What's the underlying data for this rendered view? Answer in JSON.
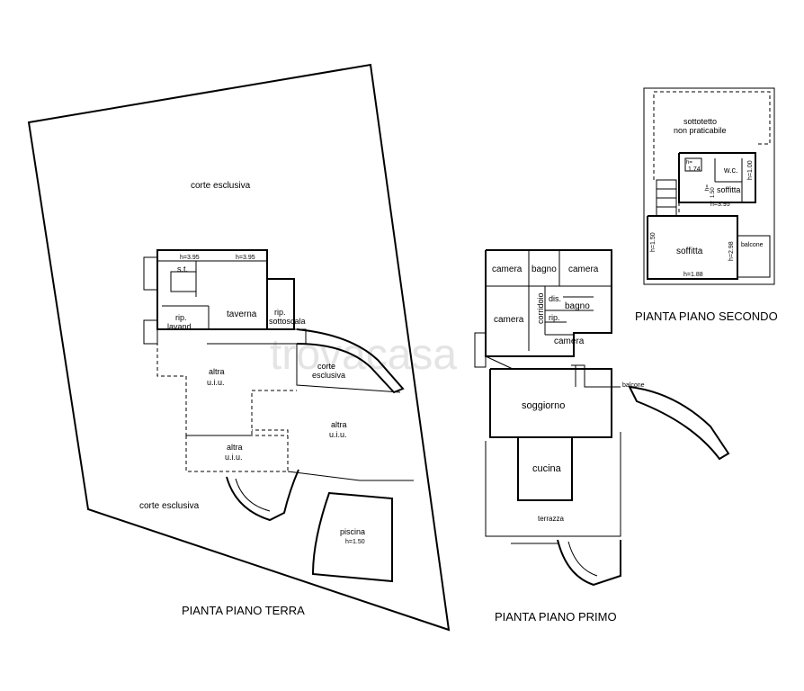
{
  "watermark": "trovacasa",
  "ground": {
    "title": "PIANTA PIANO TERRA",
    "labels": {
      "corte_top": "corte esclusiva",
      "corte_bottom": "corte esclusiva",
      "st": "s.t.",
      "taverna": "taverna",
      "h1": "h=3.95",
      "h2": "h=3.95",
      "rip": "rip.",
      "lavand": "lavand.",
      "rip2": "rip.",
      "sottoscala": "sottoscala",
      "corte_side1": "corte",
      "corte_side2": "esclusiva",
      "altra1a": "altra",
      "altra1b": "u.i.u.",
      "altra2a": "altra",
      "altra2b": "u.i.u.",
      "altra3a": "altra",
      "altra3b": "u.i.u.",
      "piscina": "piscina",
      "piscina_h": "h=1.50"
    }
  },
  "first": {
    "title": "PIANTA PIANO PRIMO",
    "labels": {
      "camera1": "camera",
      "bagno1": "bagno",
      "camera2": "camera",
      "corridoio": "corridoio",
      "dis": "dis.",
      "bagno2": "bagno",
      "camera3": "camera",
      "rip": "rip.",
      "camera4": "camera",
      "balcone": "balcone",
      "soggiorno": "soggiorno",
      "cucina": "cucina",
      "terrazza": "terrazza"
    }
  },
  "second": {
    "title": "PIANTA PIANO SECONDO",
    "labels": {
      "sottotetto1": "sottotetto",
      "sottotetto2": "non praticabile",
      "hm1": "h=",
      "hm2": "1.74",
      "wc": "w.c.",
      "h100": "h=1.00",
      "soffitta1": "soffitta",
      "h150a": "h=",
      "h150b": "1.50",
      "h395": "h=3.95",
      "h150side": "h=1.50",
      "soffitta2": "soffitta",
      "h298": "h=2.98",
      "balcone": "balcone",
      "h188": "h=1.88"
    }
  }
}
